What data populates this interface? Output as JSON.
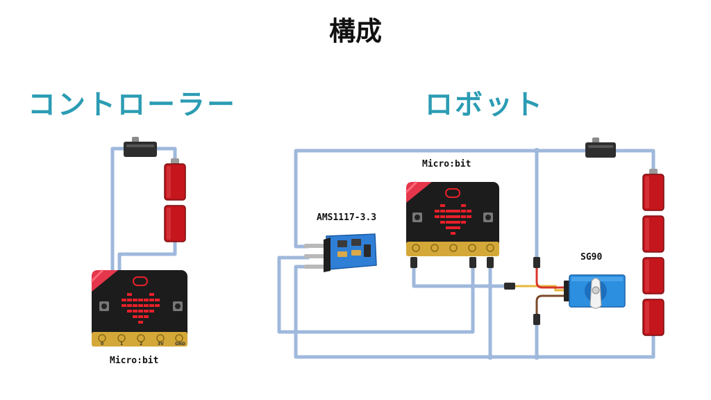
{
  "title": "構成",
  "sections": {
    "controller": {
      "title": "コントローラー"
    },
    "robot": {
      "title": "ロボット"
    }
  },
  "labels": {
    "controller_microbit": "Micro:bit",
    "robot_microbit": "Micro:bit",
    "regulator": "AMS1117-3.3",
    "servo": "SG90"
  },
  "pins": [
    "0",
    "1",
    "2",
    "3V",
    "GND"
  ],
  "colors": {
    "title": "#111111",
    "section_title": "#2b9cb3",
    "wire": "#9fb8dc",
    "battery": "#c4161c",
    "microbit_board": "#1c1c1c",
    "led": "#e8202a",
    "board_corner": "#e5364b",
    "edge_connector": "#d4a838",
    "regulator_board": "#2f7fd6",
    "servo_body": "#2c8fe0"
  },
  "icons": [
    "slide-switch-icon",
    "battery-icon",
    "microbit-icon",
    "regulator-icon",
    "servo-icon",
    "wire-connector-icon"
  ]
}
